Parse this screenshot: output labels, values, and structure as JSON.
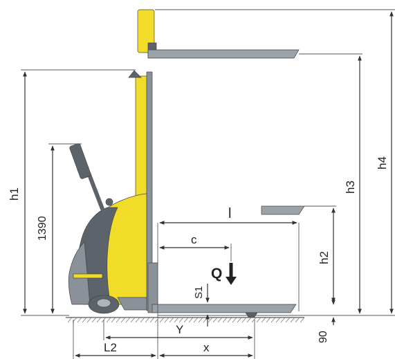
{
  "colors": {
    "yellow": "#f2dc2a",
    "yellow_dark": "#c9b21a",
    "gray_dark": "#5c636b",
    "gray_mid": "#8a9199",
    "gray_light": "#aeb4ba",
    "fork": "#9aa2aa",
    "line": "#333333"
  },
  "labels": {
    "h1": "h1",
    "h2": "h2",
    "h3": "h3",
    "h4": "h4",
    "dim_1390": "1390",
    "l": "l",
    "c": "c",
    "q": "Q",
    "s1": "S1",
    "y": "Y",
    "l2": "L2",
    "x": "x",
    "dim_90": "90"
  }
}
